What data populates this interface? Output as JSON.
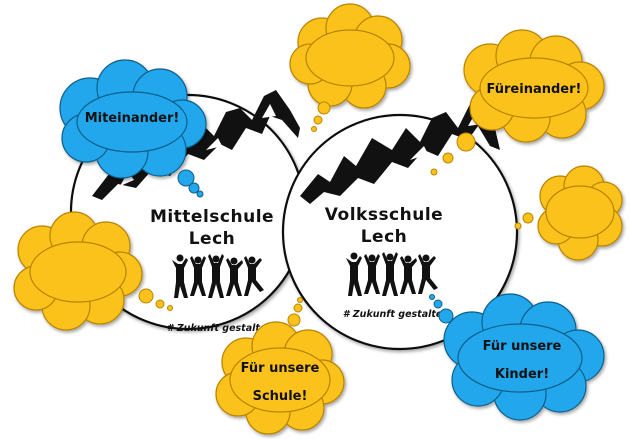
{
  "colors": {
    "blue": "#22a7ec",
    "yellow": "#fcc21b",
    "ink": "#111111",
    "background": "#ffffff"
  },
  "left_logo": {
    "name_line1": "Mittelschule",
    "name_line2": "Lech",
    "tagline": "# Zukunft gestalten"
  },
  "right_logo": {
    "name_line1": "Volksschule",
    "name_line2": "Lech",
    "tagline": "# Zukunft gestalten"
  },
  "bubbles": {
    "miteinander": "Miteinander!",
    "fureinander": "Füreinander!",
    "unsere_schule_line1": "Für unsere",
    "unsere_schule_line2": "Schule!",
    "unsere_kinder_line1": "Für unsere",
    "unsere_kinder_line2": "Kinder!"
  },
  "icons": [
    "mountain-icon",
    "jumping-people-icon",
    "cloud-icon"
  ]
}
